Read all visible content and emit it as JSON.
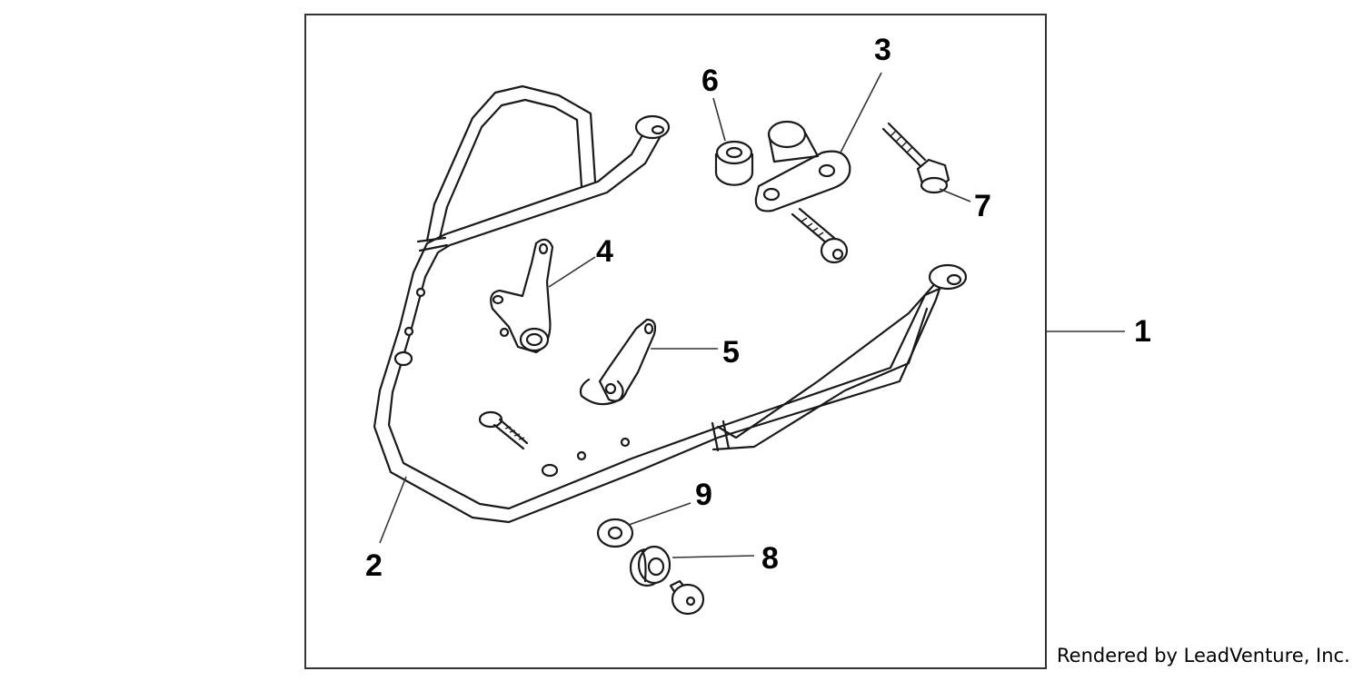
{
  "callouts": {
    "c1": "1",
    "c2": "2",
    "c3": "3",
    "c4": "4",
    "c5": "5",
    "c6": "6",
    "c7": "7",
    "c8": "8",
    "c9": "9"
  },
  "credit": "Rendered by LeadVenture, Inc.",
  "colors": {
    "line": "#1a1a1a",
    "background": "#ffffff"
  }
}
